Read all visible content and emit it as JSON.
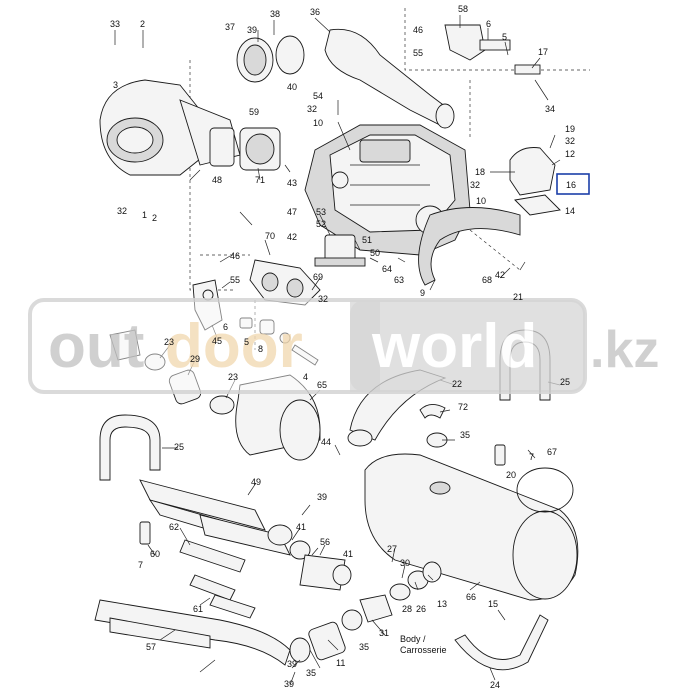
{
  "watermark": {
    "part1": "out",
    "part2": "door",
    "part3": "world",
    "suffix": ".kz"
  },
  "highlight_callout": "16",
  "footnote_body": "Body /",
  "footnote_body2": "Carrosserie",
  "callouts": [
    {
      "id": "c33",
      "label": "33"
    },
    {
      "id": "c2a",
      "label": "2"
    },
    {
      "id": "c37",
      "label": "37"
    },
    {
      "id": "c39a",
      "label": "39"
    },
    {
      "id": "c38",
      "label": "38"
    },
    {
      "id": "c36",
      "label": "36"
    },
    {
      "id": "c58",
      "label": "58"
    },
    {
      "id": "c46a",
      "label": "46"
    },
    {
      "id": "c6a",
      "label": "6"
    },
    {
      "id": "c5a",
      "label": "5"
    },
    {
      "id": "c55a",
      "label": "55"
    },
    {
      "id": "c17",
      "label": "17"
    },
    {
      "id": "c3",
      "label": "3"
    },
    {
      "id": "c40",
      "label": "40"
    },
    {
      "id": "c54",
      "label": "54"
    },
    {
      "id": "c32a",
      "label": "32"
    },
    {
      "id": "c10a",
      "label": "10"
    },
    {
      "id": "c34",
      "label": "34"
    },
    {
      "id": "c59",
      "label": "59"
    },
    {
      "id": "c19",
      "label": "19"
    },
    {
      "id": "c32b",
      "label": "32"
    },
    {
      "id": "c12",
      "label": "12"
    },
    {
      "id": "c48",
      "label": "48"
    },
    {
      "id": "c71",
      "label": "71"
    },
    {
      "id": "c43",
      "label": "43"
    },
    {
      "id": "c18",
      "label": "18"
    },
    {
      "id": "c32c",
      "label": "32"
    },
    {
      "id": "c10b",
      "label": "10"
    },
    {
      "id": "c14",
      "label": "14"
    },
    {
      "id": "c32d",
      "label": "32"
    },
    {
      "id": "c1",
      "label": "1"
    },
    {
      "id": "c2b",
      "label": "2"
    },
    {
      "id": "c47",
      "label": "47"
    },
    {
      "id": "c53",
      "label": "53"
    },
    {
      "id": "c52",
      "label": "52"
    },
    {
      "id": "c42a",
      "label": "42"
    },
    {
      "id": "c51",
      "label": "51"
    },
    {
      "id": "c50",
      "label": "50"
    },
    {
      "id": "c70",
      "label": "70"
    },
    {
      "id": "c46b",
      "label": "46"
    },
    {
      "id": "c55b",
      "label": "55"
    },
    {
      "id": "c64",
      "label": "64"
    },
    {
      "id": "c63",
      "label": "63"
    },
    {
      "id": "c68",
      "label": "68"
    },
    {
      "id": "c42b",
      "label": "42"
    },
    {
      "id": "c21",
      "label": "21"
    },
    {
      "id": "c9",
      "label": "9"
    },
    {
      "id": "c69",
      "label": "69"
    },
    {
      "id": "c32e",
      "label": "32"
    },
    {
      "id": "c45",
      "label": "45"
    },
    {
      "id": "c6b",
      "label": "6"
    },
    {
      "id": "c5b",
      "label": "5"
    },
    {
      "id": "c8",
      "label": "8"
    },
    {
      "id": "c4",
      "label": "4"
    },
    {
      "id": "c23a",
      "label": "23"
    },
    {
      "id": "c29",
      "label": "29"
    },
    {
      "id": "c23b",
      "label": "23"
    },
    {
      "id": "c65",
      "label": "65"
    },
    {
      "id": "c22",
      "label": "22"
    },
    {
      "id": "c25a",
      "label": "25"
    },
    {
      "id": "c72",
      "label": "72"
    },
    {
      "id": "c35a",
      "label": "35"
    },
    {
      "id": "c25b",
      "label": "25"
    },
    {
      "id": "c44",
      "label": "44"
    },
    {
      "id": "c7a",
      "label": "7"
    },
    {
      "id": "c20",
      "label": "20"
    },
    {
      "id": "c67",
      "label": "67"
    },
    {
      "id": "c49",
      "label": "49"
    },
    {
      "id": "c39b",
      "label": "39"
    },
    {
      "id": "c41a",
      "label": "41"
    },
    {
      "id": "c62",
      "label": "62"
    },
    {
      "id": "c60",
      "label": "60"
    },
    {
      "id": "c7b",
      "label": "7"
    },
    {
      "id": "c56",
      "label": "56"
    },
    {
      "id": "c41b",
      "label": "41"
    },
    {
      "id": "c27",
      "label": "27"
    },
    {
      "id": "c30",
      "label": "30"
    },
    {
      "id": "c28",
      "label": "28"
    },
    {
      "id": "c26",
      "label": "26"
    },
    {
      "id": "c13",
      "label": "13"
    },
    {
      "id": "c66",
      "label": "66"
    },
    {
      "id": "c61",
      "label": "61"
    },
    {
      "id": "c15",
      "label": "15"
    },
    {
      "id": "c57",
      "label": "57"
    },
    {
      "id": "c31",
      "label": "31"
    },
    {
      "id": "c35b",
      "label": "35"
    },
    {
      "id": "c35c",
      "label": "35"
    },
    {
      "id": "c11",
      "label": "11"
    },
    {
      "id": "c39c",
      "label": "39"
    },
    {
      "id": "c39d",
      "label": "39"
    },
    {
      "id": "c24",
      "label": "24"
    }
  ]
}
